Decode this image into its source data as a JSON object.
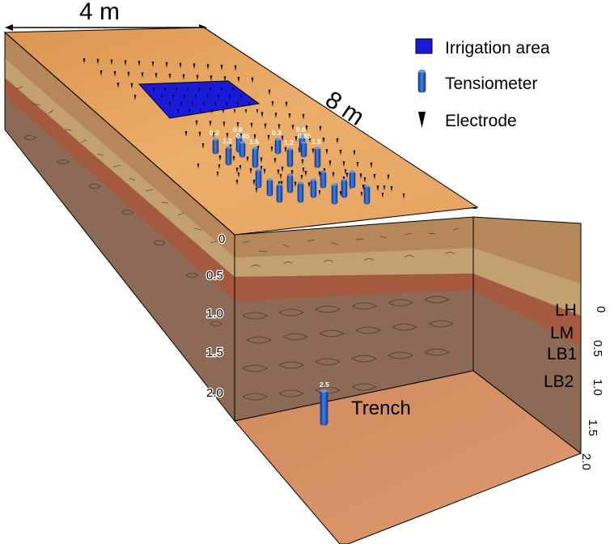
{
  "dimensions": {
    "width_label": "4 m",
    "length_label": "8 m"
  },
  "legend": {
    "items": [
      {
        "label": "Irrigation area",
        "icon": "blue-square-icon"
      },
      {
        "label": "Tensiometer",
        "icon": "blue-cylinder-icon"
      },
      {
        "label": "Electrode",
        "icon": "black-spike-icon"
      }
    ]
  },
  "trench": {
    "label": "Trench"
  },
  "front_depth_ticks": [
    "0",
    "0.5",
    "1.0",
    "1.5",
    "2.0"
  ],
  "side_depth_ticks": [
    "0",
    "0.5",
    "1.0",
    "1.5",
    "2.0"
  ],
  "layers": [
    "LH",
    "LM",
    "LB1",
    "LB2"
  ],
  "tensiometer_labels": {
    "row_a": [
      "0.3",
      "0.6",
      "0.85",
      "1.2",
      "1.5"
    ],
    "row_b": [
      "0.3",
      "0.6",
      "0.85",
      "1.2",
      "1.5"
    ],
    "trench": "2.5"
  },
  "colors": {
    "surface": "#e8a55e",
    "irrigation": "#1a1ad8",
    "tensiometer": "#2a5fc8",
    "layer_lh": "#b78a5a",
    "layer_lm": "#c2a070",
    "layer_red": "#a55a3f",
    "layer_lb2": "#8c6a55",
    "trench_floor": "#d79266"
  }
}
